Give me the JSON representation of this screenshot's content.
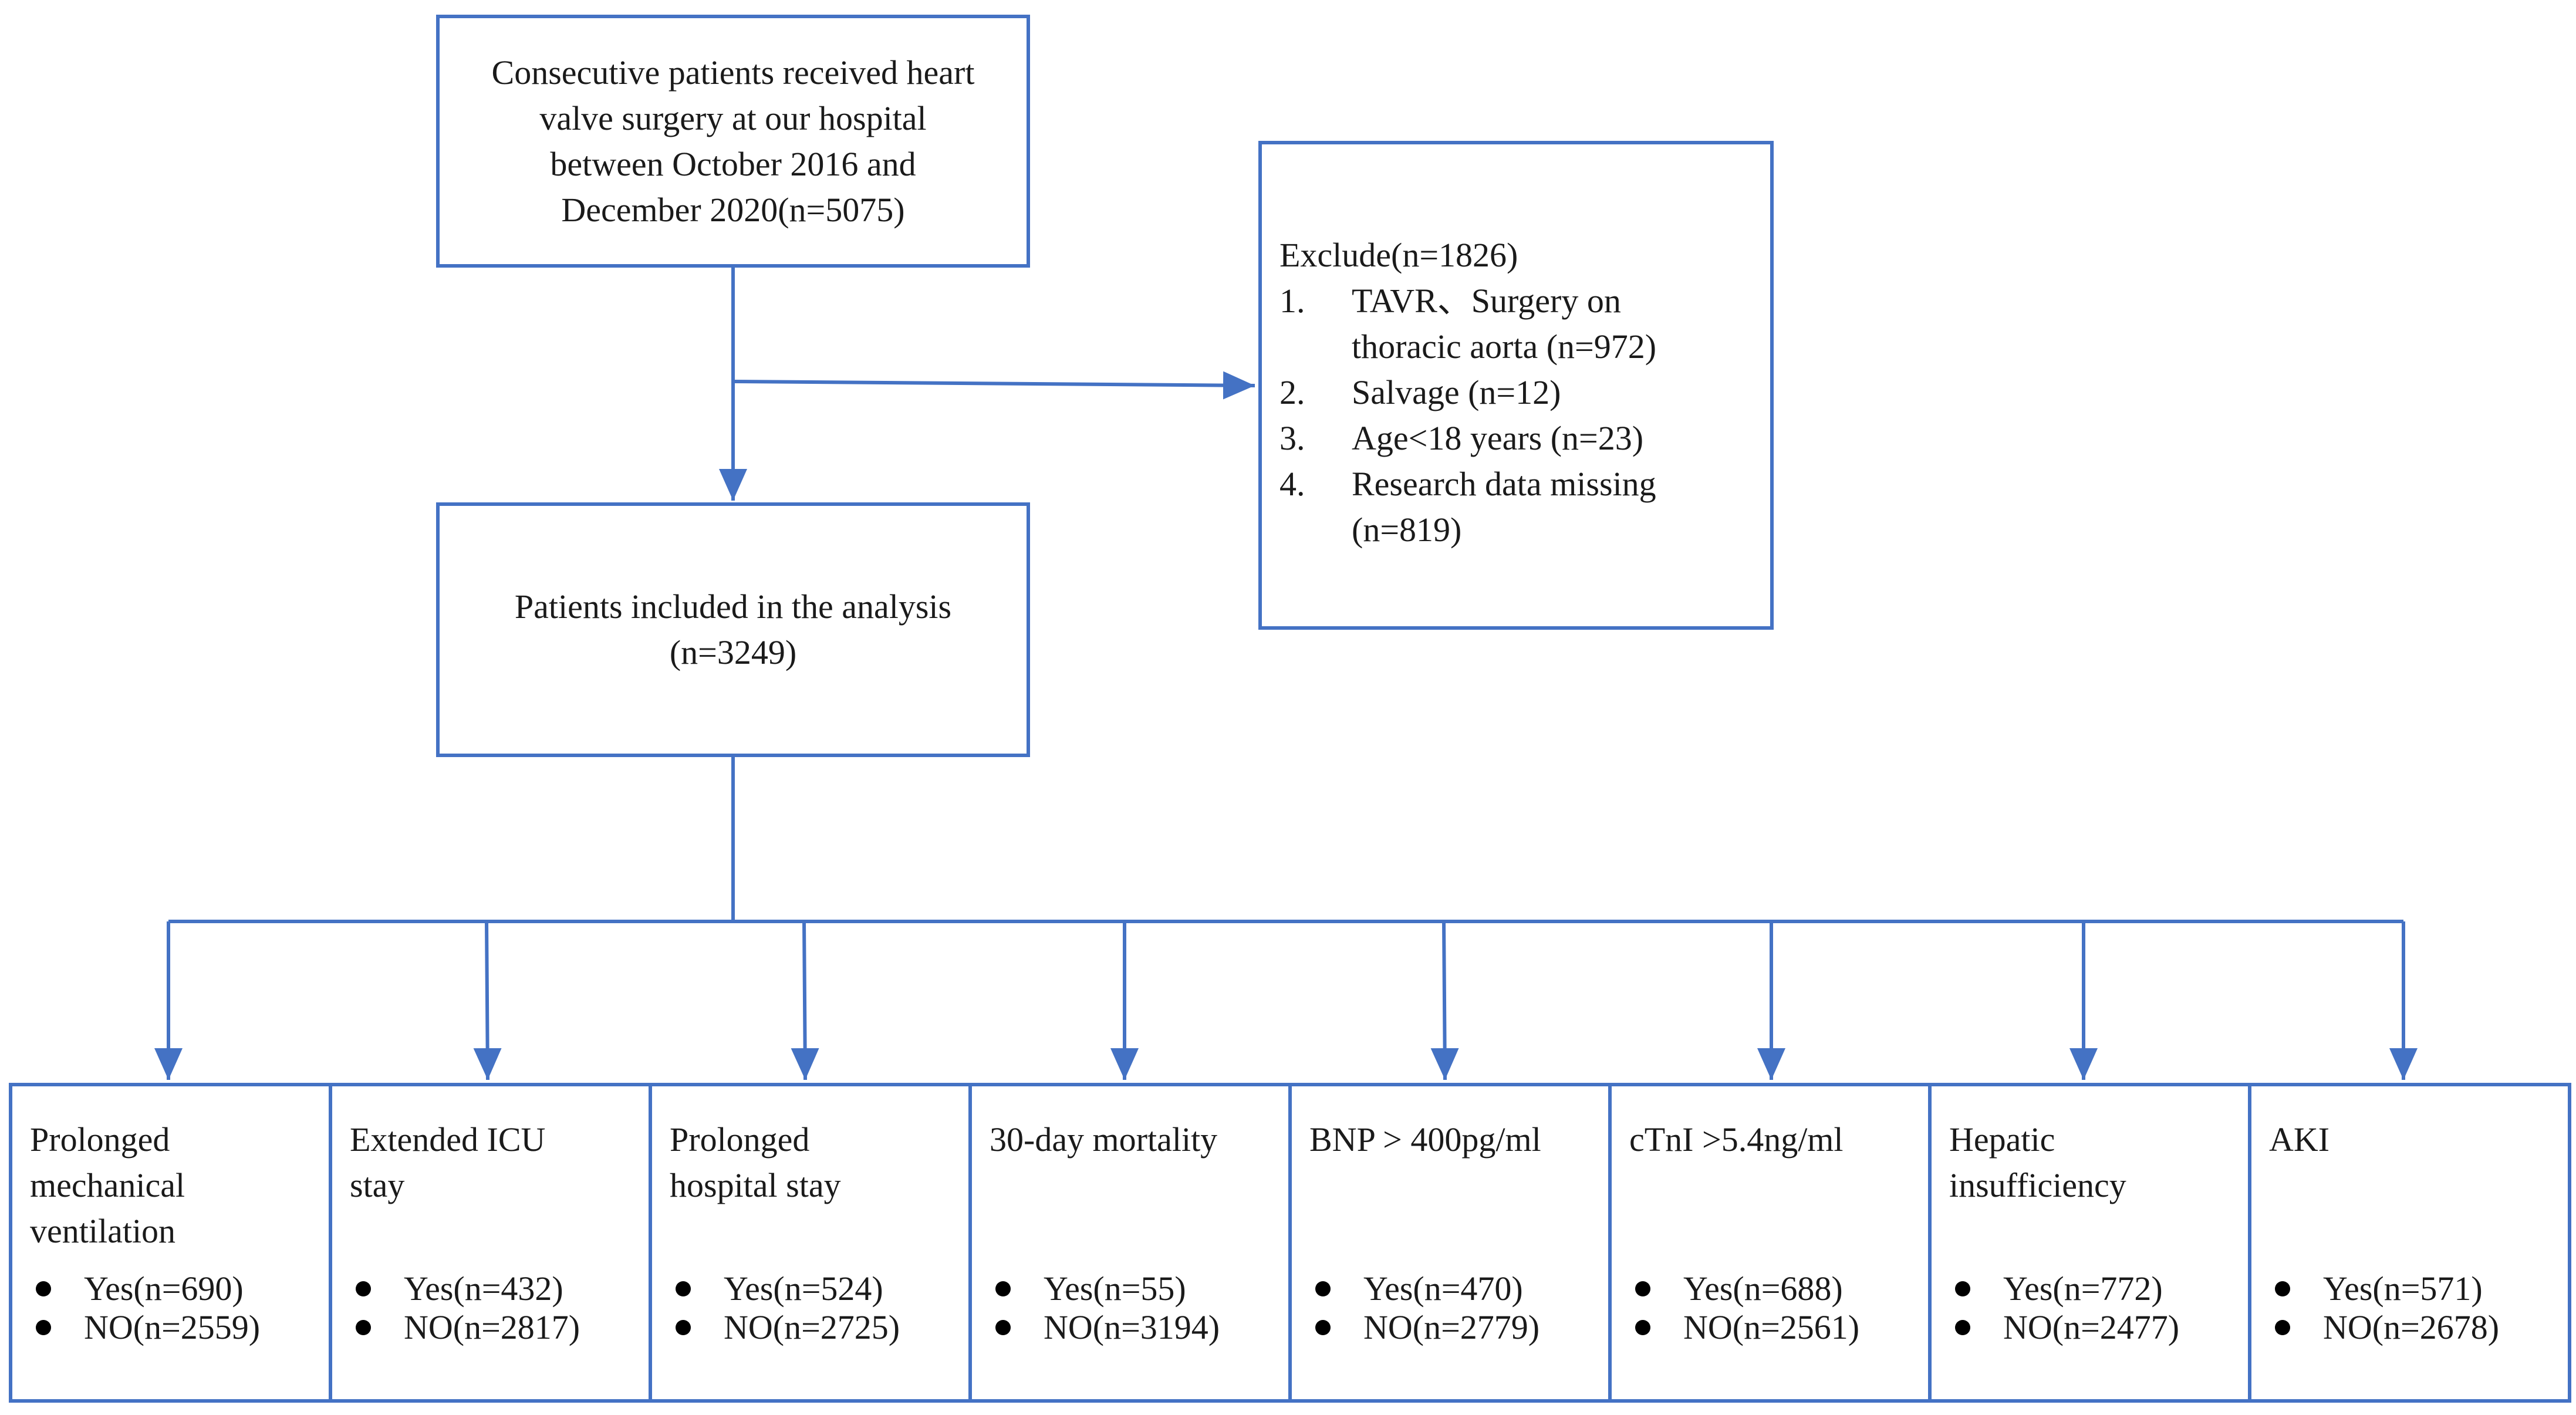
{
  "top_box": {
    "lines": [
      "Consecutive patients received heart",
      "valve surgery at our hospital",
      "between October 2016 and",
      "December 2020(n=5075)"
    ]
  },
  "exclude_box": {
    "title": "Exclude(n=1826)",
    "items": [
      {
        "num": "1.",
        "lines": [
          "TAVR、Surgery on",
          "thoracic aorta (n=972)"
        ]
      },
      {
        "num": "2.",
        "lines": [
          "Salvage (n=12)"
        ]
      },
      {
        "num": "3.",
        "lines": [
          "Age<18 years (n=23)"
        ]
      },
      {
        "num": "4.",
        "lines": [
          "Research data missing",
          "(n=819)"
        ]
      }
    ]
  },
  "included_box": {
    "lines": [
      "Patients included in the analysis",
      "(n=3249)"
    ]
  },
  "outcomes": [
    {
      "title_lines": [
        "Prolonged",
        "mechanical",
        "ventilation"
      ],
      "yes": "Yes(n=690)",
      "no": "NO(n=2559)"
    },
    {
      "title_lines": [
        "Extended ICU",
        "stay"
      ],
      "yes": "Yes(n=432)",
      "no": "NO(n=2817)"
    },
    {
      "title_lines": [
        "Prolonged",
        "hospital stay"
      ],
      "yes": "Yes(n=524)",
      "no": "NO(n=2725)"
    },
    {
      "title_lines": [
        "30-day mortality"
      ],
      "yes": "Yes(n=55)",
      "no": "NO(n=3194)"
    },
    {
      "title_lines": [
        "BNP > 400pg/ml"
      ],
      "yes": "Yes(n=470)",
      "no": "NO(n=2779)"
    },
    {
      "title_lines": [
        "cTnI >5.4ng/ml"
      ],
      "yes": "Yes(n=688)",
      "no": "NO(n=2561)"
    },
    {
      "title_lines": [
        "Hepatic",
        "insufficiency"
      ],
      "yes": "Yes(n=772)",
      "no": "NO(n=2477)"
    },
    {
      "title_lines": [
        "AKI"
      ],
      "yes": "Yes(n=571)",
      "no": "NO(n=2678)"
    }
  ],
  "colors": {
    "accent": "#4472c4",
    "text": "#1a1a1a",
    "bullet": "#000000"
  }
}
